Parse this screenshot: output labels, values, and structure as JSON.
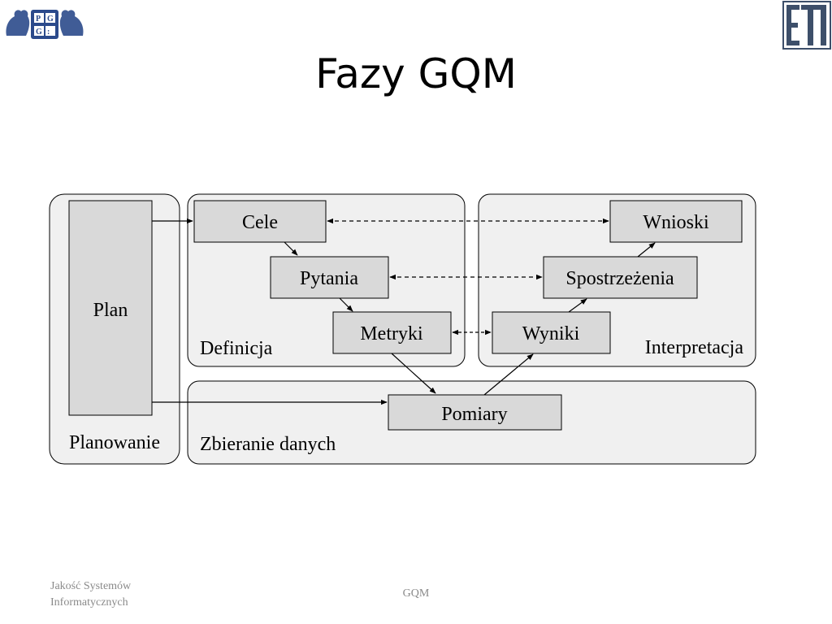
{
  "slide": {
    "title": "Fazy GQM"
  },
  "logos": {
    "left": "pg-emblem",
    "right": "eti-logo"
  },
  "diagram": {
    "regions": {
      "planowanie": "Planowanie",
      "definicja": "Definicja",
      "interpretacja": "Interpretacja",
      "zbieranie": "Zbieranie danych"
    },
    "boxes": {
      "plan": "Plan",
      "cele": "Cele",
      "pytania": "Pytania",
      "metryki": "Metryki",
      "wnioski": "Wnioski",
      "spostrzezenia": "Spostrzeżenia",
      "wyniki": "Wyniki",
      "pomiary": "Pomiary"
    },
    "colors": {
      "region_fill": "#f0f0f0",
      "box_fill": "#d9d9d9",
      "stroke": "#000000"
    }
  },
  "footer": {
    "course_line1": "Jakość Systemów",
    "course_line2": "Informatycznych",
    "topic": "GQM"
  }
}
